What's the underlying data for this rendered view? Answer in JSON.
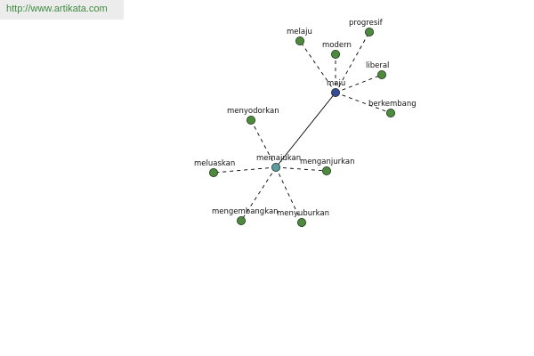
{
  "header": {
    "url": "http://www.artikata.com"
  },
  "colors": {
    "hub_primary": "#38489a",
    "hub_secondary": "#5a9aa0",
    "leaf": "#4e8a3e",
    "edge": "#000000"
  },
  "graph": {
    "hubs": [
      {
        "id": "maju",
        "label": "maju",
        "color": "#38489a"
      },
      {
        "id": "memajukan",
        "label": "memajukan",
        "color": "#5a9aa0"
      }
    ],
    "leaves": [
      {
        "id": "progresif",
        "label": "progresif",
        "hub": "maju"
      },
      {
        "id": "melaju",
        "label": "melaju",
        "hub": "maju"
      },
      {
        "id": "modern",
        "label": "modern",
        "hub": "maju"
      },
      {
        "id": "liberal",
        "label": "liberal",
        "hub": "maju"
      },
      {
        "id": "berkembang",
        "label": "berkembang",
        "hub": "maju"
      },
      {
        "id": "menyodorkan",
        "label": "menyodorkan",
        "hub": "memajukan"
      },
      {
        "id": "meluaskan",
        "label": "meluaskan",
        "hub": "memajukan"
      },
      {
        "id": "menganjurkan",
        "label": "menganjurkan",
        "hub": "memajukan"
      },
      {
        "id": "mengembangkan",
        "label": "mengembangkan",
        "hub": "memajukan"
      },
      {
        "id": "menyuburkan",
        "label": "menyuburkan",
        "hub": "memajukan"
      }
    ],
    "links": [
      {
        "source": "maju",
        "target": "memajukan",
        "style": "solid"
      }
    ]
  }
}
